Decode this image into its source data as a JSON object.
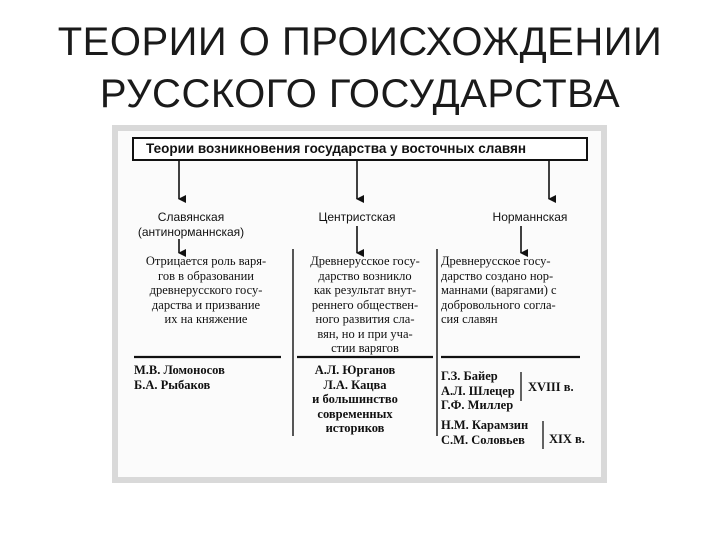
{
  "slide": {
    "title_line1": "ТЕОРИИ О ПРОИСХОЖДЕНИИ",
    "title_line2": "РУССКОГО ГОСУДАРСТВА"
  },
  "diagram": {
    "header": "Теории возникновения государства у восточных славян",
    "columns": [
      {
        "name_line1": "Славянская",
        "name_line2": "(антинорманнская)",
        "description": [
          "Отрицается роль варя-",
          "гов в образовании",
          "древнерусского госу-",
          "дарства и призвание",
          "их на княжение"
        ],
        "proponents": [
          "М.В. Ломоносов",
          "Б.А. Рыбаков"
        ]
      },
      {
        "name_line1": "Центристская",
        "description": [
          "Древнерусское госу-",
          "дарство возникло",
          "как результат внут-",
          "реннего обществен-",
          "ного развития сла-",
          "вян, но и при уча-",
          "стии варягов"
        ],
        "proponents": [
          "А.Л. Юрганов",
          "Л.А. Кацва",
          "и большинство",
          "современных",
          "историков"
        ]
      },
      {
        "name_line1": "Норманнская",
        "description": [
          "Древнерусское госу-",
          "дарство создано нор-",
          "маннами (варягами) с",
          "добровольного согла-",
          "сия славян"
        ],
        "proponents_18": [
          "Г.З. Байер",
          "А.Л. Шлецер",
          "Г.Ф. Миллер"
        ],
        "century_18": "XVIII в.",
        "proponents_19": [
          "Н.М. Карамзин",
          "С.М. Соловьев"
        ],
        "century_19": "XIX в."
      }
    ]
  }
}
